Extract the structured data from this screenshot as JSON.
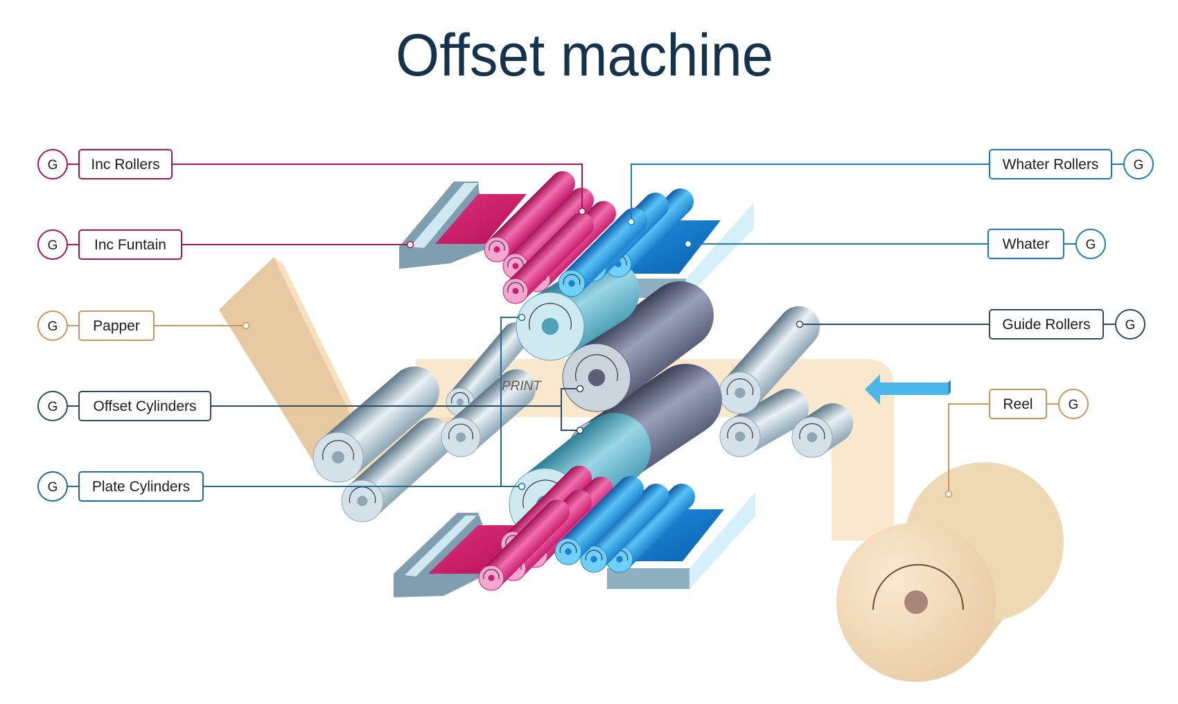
{
  "title": "Offset machine",
  "print_text": "PRINT",
  "colors": {
    "title": "#15334d",
    "ink": "#a3174f",
    "paper": "#c8955a",
    "dark": "#2e4a5e",
    "water": "#1a78c2",
    "plate": "#1f6a9a"
  },
  "labels": {
    "inc_rollers": {
      "text": "Inc Rollers",
      "badge": "G"
    },
    "inc_funtain": {
      "text": "Inc Funtain",
      "badge": "G"
    },
    "papper": {
      "text": "Papper",
      "badge": "G"
    },
    "offset_cylinders": {
      "text": "Offset Cylinders",
      "badge": "G"
    },
    "plate_cylinders": {
      "text": "Plate Cylinders",
      "badge": "G"
    },
    "whater_rollers": {
      "text": "Whater Rollers",
      "badge": "G"
    },
    "whater": {
      "text": "Whater",
      "badge": "G"
    },
    "guide_rollers": {
      "text": "Guide Rollers",
      "badge": "G"
    },
    "reel": {
      "text": "Reel",
      "badge": "G"
    }
  }
}
